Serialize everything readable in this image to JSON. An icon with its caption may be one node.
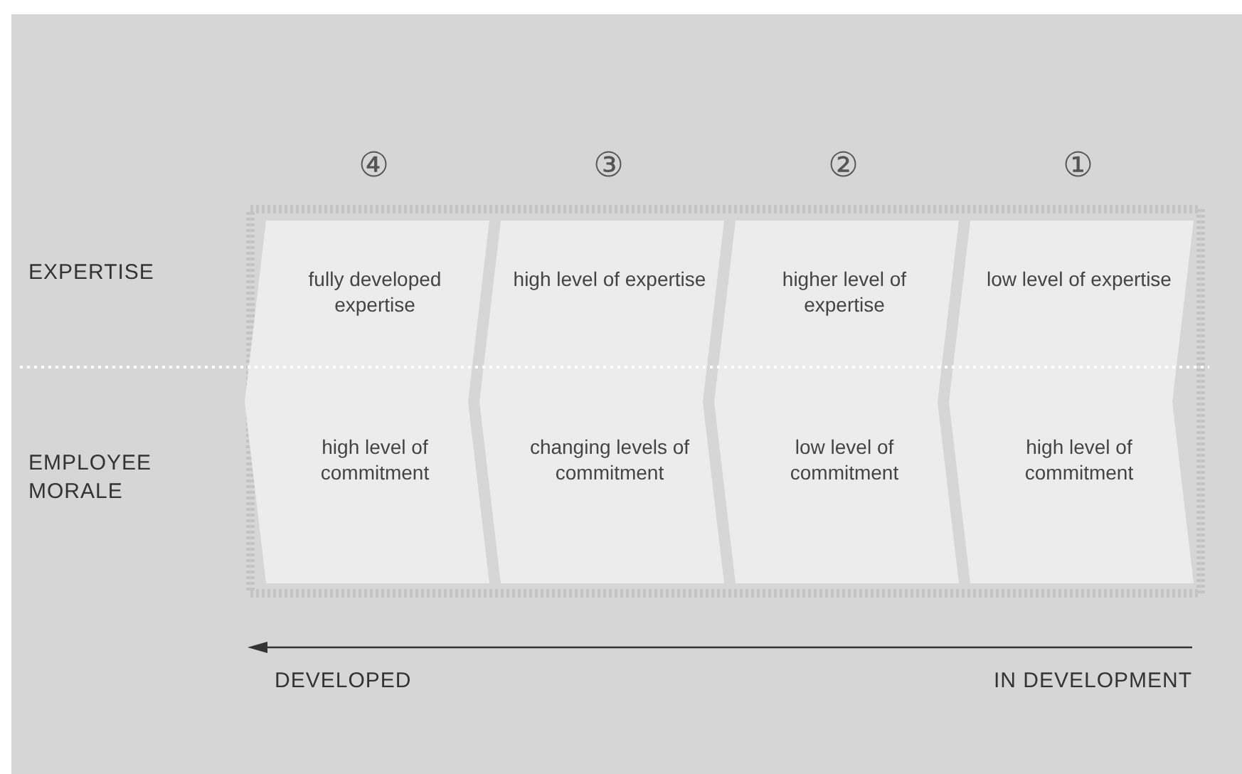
{
  "diagram": {
    "nodes": [
      {
        "text": [
          "fully developed expertise",
          "high level of commitment"
        ],
        "beside": [
          "④"
        ]
      },
      {
        "text": [
          "high level of expertise",
          "changing levels of commitment"
        ],
        "beside": [
          "③"
        ]
      },
      {
        "text": [
          "higher level of expertise",
          "low level of commitment"
        ],
        "beside": [
          "②"
        ]
      },
      {
        "text": [
          "low level of expertise",
          "high level of commitment"
        ],
        "beside": [
          "①"
        ]
      }
    ],
    "labels": [
      "EXPERTISE",
      "EMPLOYEE MORALE",
      "DEVELOPED",
      "IN DEVELOPMENT"
    ]
  }
}
